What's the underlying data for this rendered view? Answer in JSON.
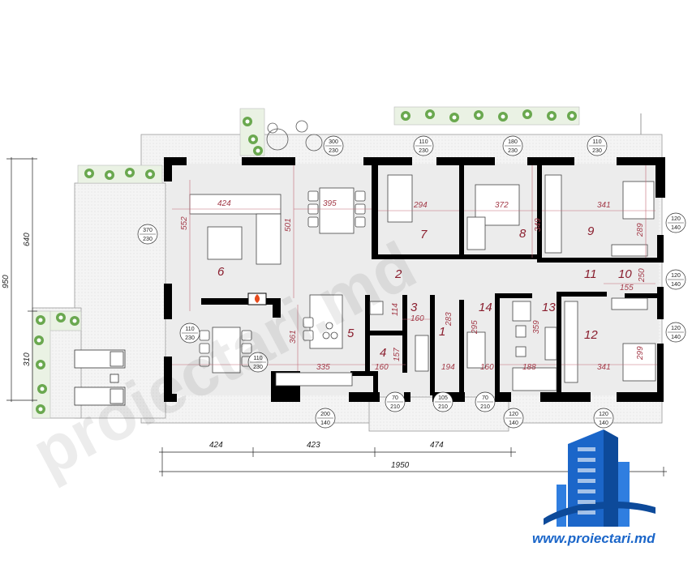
{
  "colors": {
    "wall": "#000000",
    "floor": "#efefef",
    "terrace": "#f6f6f6",
    "dim_red": "#a33a48",
    "room_red": "#8a1e2e",
    "plant": "#6aa84f",
    "brand_blue": "#1b66c9"
  },
  "rooms": [
    {
      "id": "1",
      "label": "1"
    },
    {
      "id": "2",
      "label": "2"
    },
    {
      "id": "3",
      "label": "3"
    },
    {
      "id": "4",
      "label": "4"
    },
    {
      "id": "5",
      "label": "5"
    },
    {
      "id": "6",
      "label": "6"
    },
    {
      "id": "7",
      "label": "7"
    },
    {
      "id": "8",
      "label": "8"
    },
    {
      "id": "9",
      "label": "9"
    },
    {
      "id": "10",
      "label": "10"
    },
    {
      "id": "11",
      "label": "11"
    },
    {
      "id": "12",
      "label": "12"
    },
    {
      "id": "13",
      "label": "13"
    },
    {
      "id": "14",
      "label": "14"
    }
  ],
  "room_dims": {
    "d424": "424",
    "d552": "552",
    "d501": "501",
    "d395": "395",
    "d294": "294",
    "d372": "372",
    "d341a": "341",
    "d349": "349",
    "d289": "289",
    "d250": "250",
    "d155": "155",
    "d114": "114",
    "d160a": "160",
    "d283": "283",
    "d295": "295",
    "d359": "359",
    "d361": "361",
    "d157": "157",
    "d160b": "160",
    "d335": "335",
    "d194": "194",
    "d160c": "160",
    "d188": "188",
    "d341b": "341",
    "d299": "299"
  },
  "openings": [
    {
      "id": "o1",
      "top": "300",
      "bottom": "230"
    },
    {
      "id": "o2",
      "top": "110",
      "bottom": "230"
    },
    {
      "id": "o3",
      "top": "180",
      "bottom": "230"
    },
    {
      "id": "o4",
      "top": "110",
      "bottom": "230"
    },
    {
      "id": "o5",
      "top": "370",
      "bottom": "230"
    },
    {
      "id": "o6",
      "top": "120",
      "bottom": "140"
    },
    {
      "id": "o7",
      "top": "120",
      "bottom": "140"
    },
    {
      "id": "o8",
      "top": "120",
      "bottom": "140"
    },
    {
      "id": "o9",
      "top": "110",
      "bottom": "230"
    },
    {
      "id": "o10",
      "top": "110",
      "bottom": "230"
    },
    {
      "id": "o11",
      "top": "200",
      "bottom": "140"
    },
    {
      "id": "o12",
      "top": "70",
      "bottom": "210"
    },
    {
      "id": "o13",
      "top": "105",
      "bottom": "210"
    },
    {
      "id": "o14",
      "top": "70",
      "bottom": "210"
    },
    {
      "id": "o15",
      "top": "120",
      "bottom": "140"
    },
    {
      "id": "o16",
      "top": "120",
      "bottom": "140"
    }
  ],
  "overall_dims": {
    "seg1": "424",
    "seg2": "423",
    "seg3": "474",
    "total": "1950",
    "v950": "950",
    "v640": "640",
    "v310": "310"
  },
  "watermark": "proiectari.md",
  "website": "www.proiectari.md"
}
